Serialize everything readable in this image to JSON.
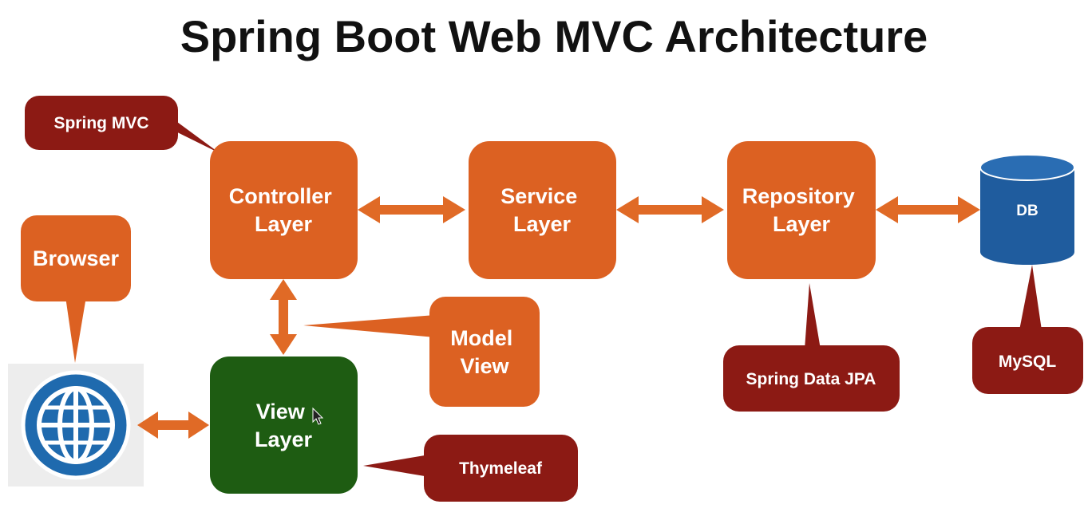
{
  "title": "Spring Boot Web MVC Architecture",
  "layers": {
    "controller": {
      "line1": "Controller",
      "line2": "Layer"
    },
    "service": {
      "line1": "Service",
      "line2": "Layer"
    },
    "repository": {
      "line1": "Repository",
      "line2": "Layer"
    },
    "view": {
      "line1": "View",
      "line2": "Layer"
    }
  },
  "database": {
    "label": "DB"
  },
  "callouts": {
    "spring_mvc": "Spring MVC",
    "browser": "Browser",
    "model_view_line1": "Model",
    "model_view_line2": "View",
    "spring_data_jpa": "Spring Data JPA",
    "mysql": "MySQL",
    "thymeleaf": "Thymeleaf"
  },
  "icons": {
    "browser_globe": "globe-icon",
    "cursor": "mouse-pointer-icon"
  },
  "colors": {
    "orange": "#DC6122",
    "dark_red": "#8C1A14",
    "green": "#1E5C12",
    "blue": "#1F5C9E",
    "arrow": "#E06A26"
  }
}
